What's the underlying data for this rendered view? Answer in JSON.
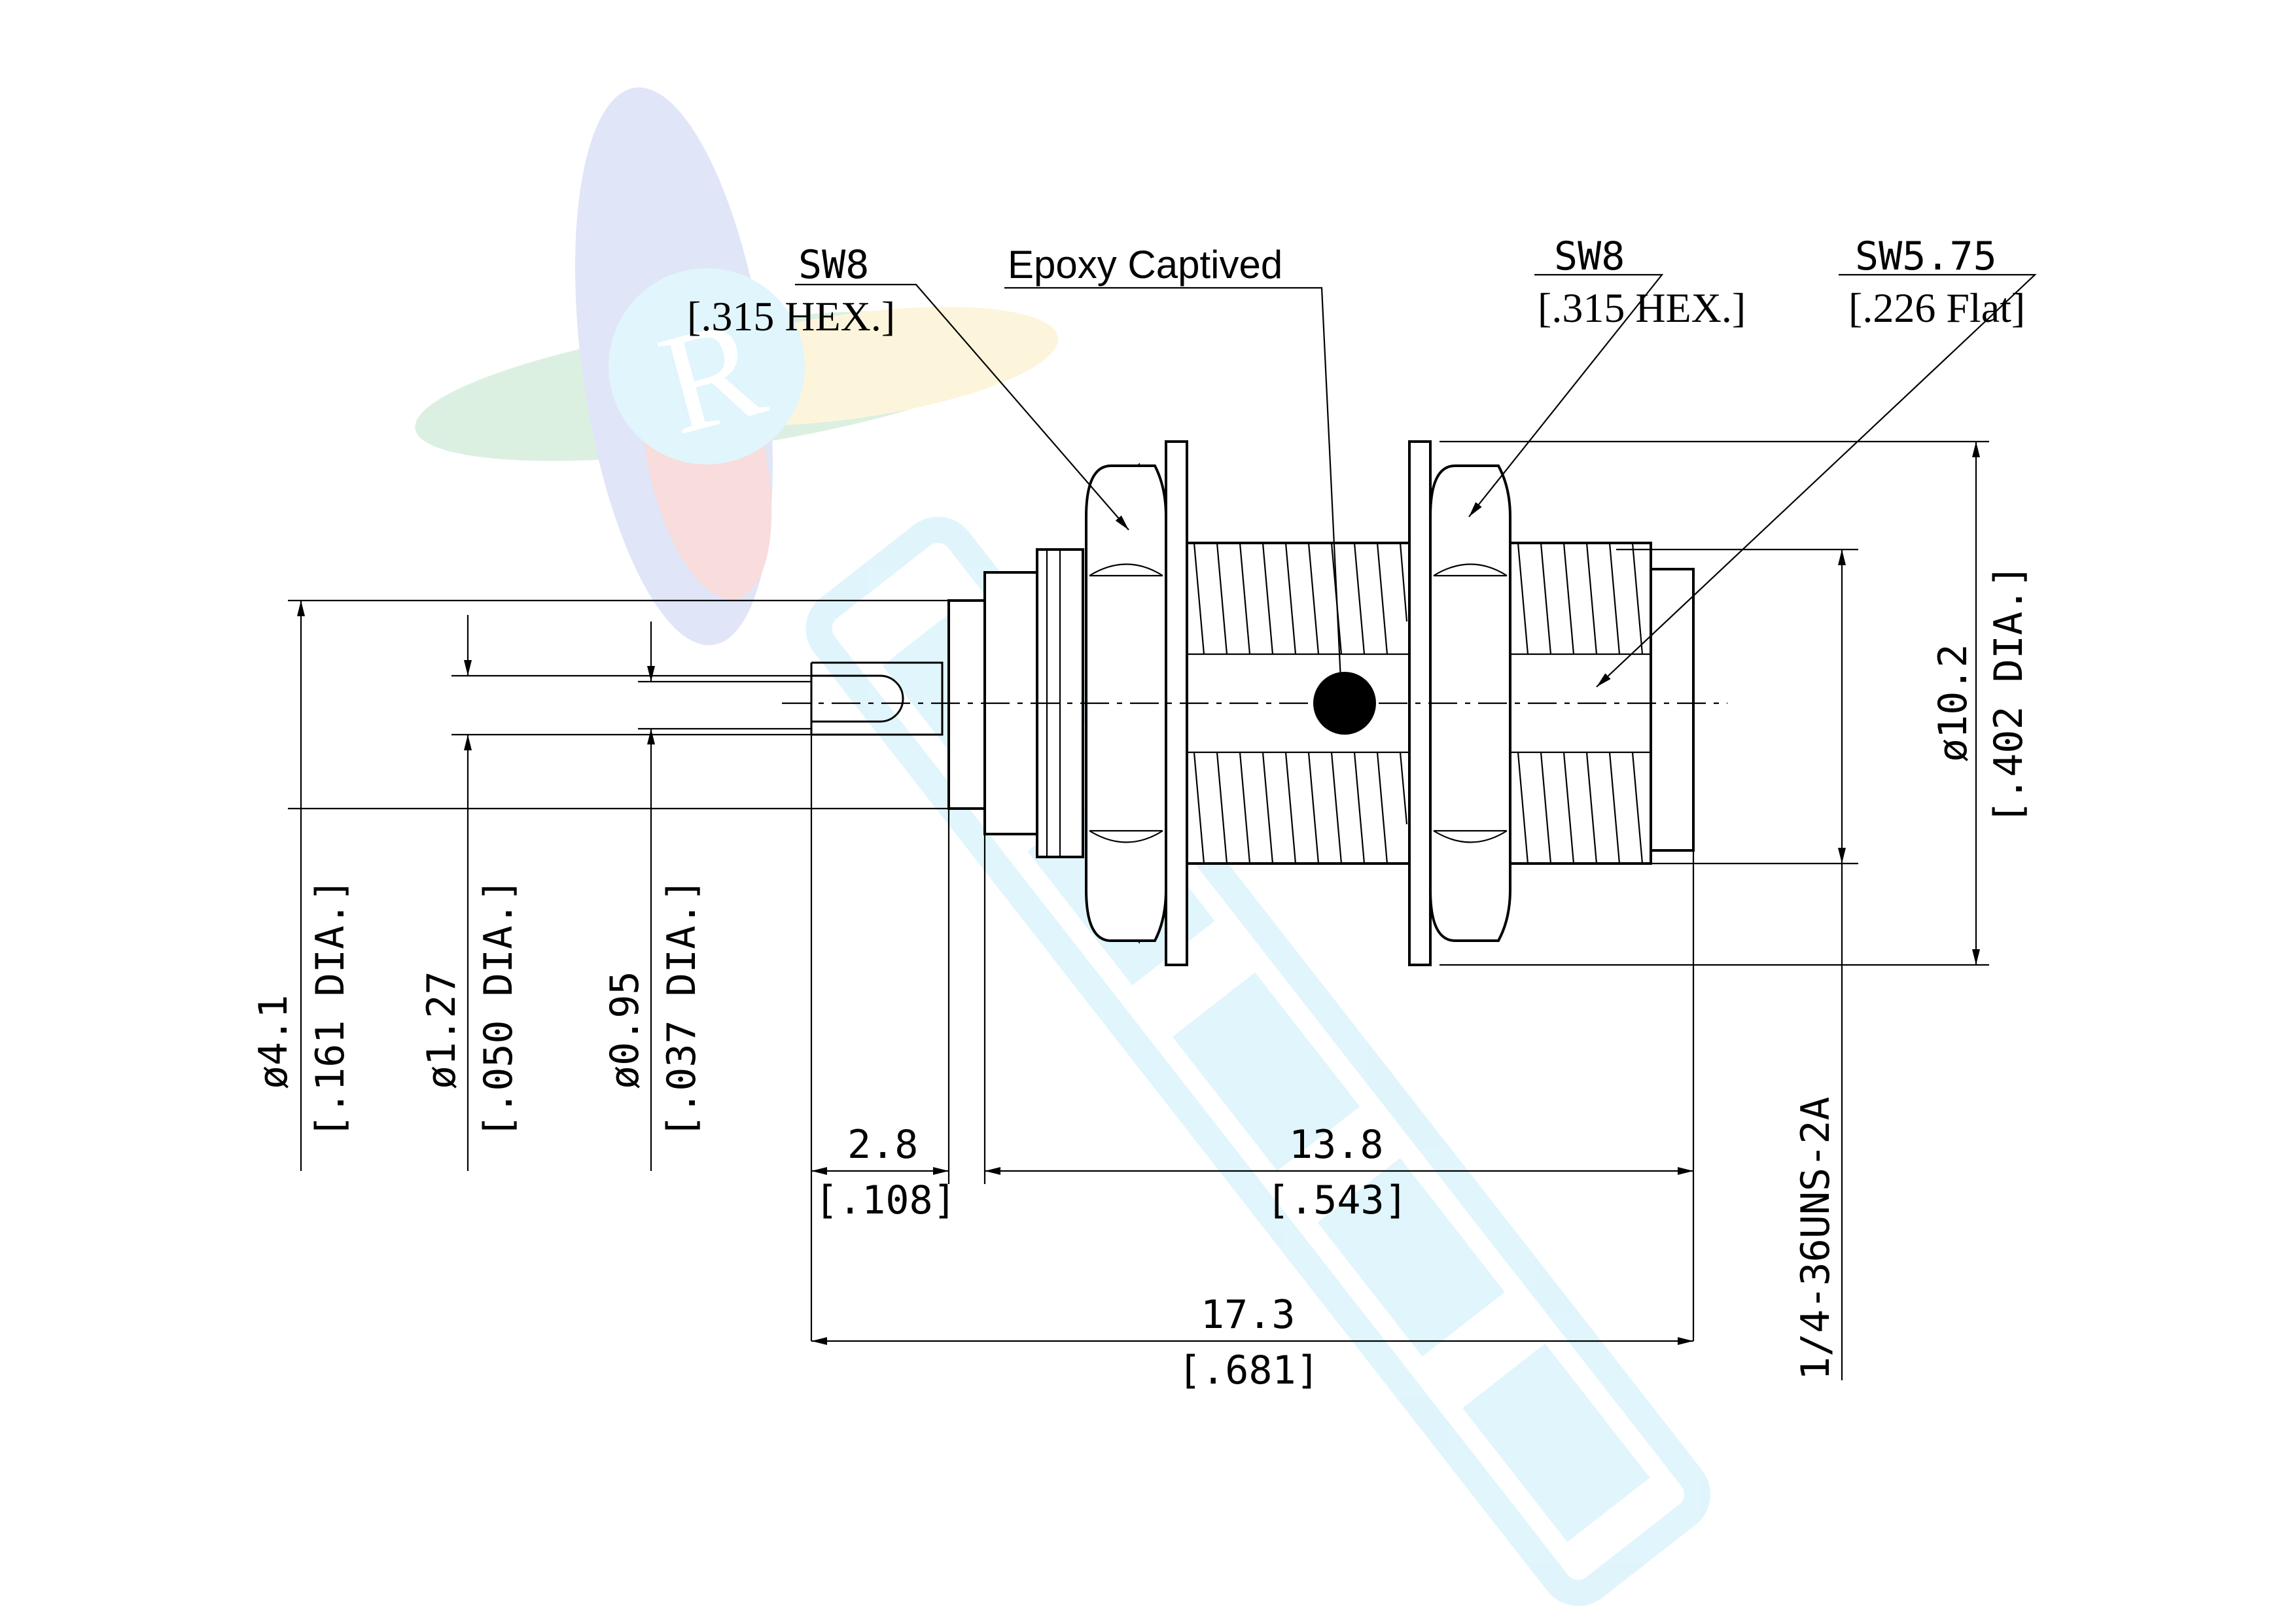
{
  "callouts": {
    "left_hex": {
      "size": "SW8",
      "inch": "[.315 HEX.]"
    },
    "epoxy": "Epoxy Captived",
    "right_hex": {
      "size": "SW8",
      "inch": "[.315 HEX.]"
    },
    "flat": {
      "size": "SW5.75",
      "inch": "[.226 Flat]"
    }
  },
  "dimensions": {
    "d_4_1": {
      "mm": "ø4.1",
      "inch": "[.161 DIA.]"
    },
    "d_1_27": {
      "mm": "ø1.27",
      "inch": "[.050 DIA.]"
    },
    "d_0_95": {
      "mm": "ø0.95",
      "inch": "[.037 DIA.]"
    },
    "len_2_8": {
      "mm": "2.8",
      "inch": "[.108]"
    },
    "len_13_8": {
      "mm": "13.8",
      "inch": "[.543]"
    },
    "len_17_3": {
      "mm": "17.3",
      "inch": "[.681]"
    },
    "d_10_2": {
      "mm": "ø10.2",
      "inch": "[.402 DIA.]"
    },
    "thread": "1/4-36UNS-2A"
  },
  "watermark": {
    "colors": [
      "#3a58c8",
      "#d82020",
      "#20a040",
      "#e8c020",
      "#3ec0e8"
    ]
  }
}
